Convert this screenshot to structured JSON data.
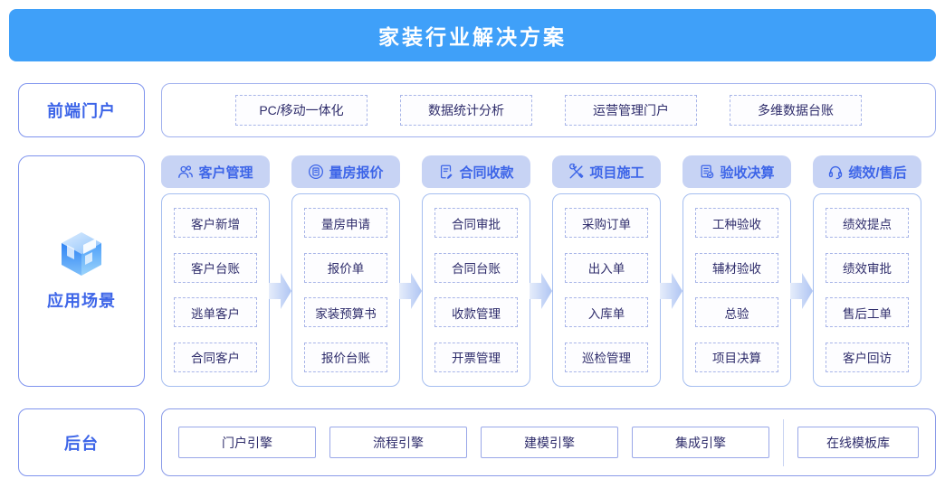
{
  "title": "家装行业解决方案",
  "colors": {
    "banner": "#3FA0F9",
    "accent_blue": "#3D65E8",
    "pill_bg": "#C7D3F4",
    "dark_text": "#2E2C6B",
    "dashed_border": "#A8B5E8",
    "container_border": "#9FB0EE"
  },
  "sidebar": {
    "front_portal": "前端门户",
    "scenarios": "应用场景",
    "scenarios_icon": "cube-icon",
    "backend": "后台"
  },
  "front_portal_items": [
    "PC/移动一体化",
    "数据统计分析",
    "运营管理门户",
    "多维数据台账"
  ],
  "scenario_columns": [
    {
      "header": "客户管理",
      "icon": "users-icon",
      "items": [
        "客户新增",
        "客户台账",
        "逃单客户",
        "合同客户"
      ]
    },
    {
      "header": "量房报价",
      "icon": "measure-quote-icon",
      "items": [
        "量房申请",
        "报价单",
        "家装预算书",
        "报价台账"
      ]
    },
    {
      "header": "合同收款",
      "icon": "contract-sign-icon",
      "items": [
        "合同审批",
        "合同台账",
        "收款管理",
        "开票管理"
      ]
    },
    {
      "header": "项目施工",
      "icon": "tools-icon",
      "items": [
        "采购订单",
        "出入单",
        "入库单",
        "巡检管理"
      ]
    },
    {
      "header": "验收决算",
      "icon": "checklist-icon",
      "items": [
        "工种验收",
        "辅材验收",
        "总验",
        "项目决算"
      ]
    },
    {
      "header": "绩效/售后",
      "icon": "headset-icon",
      "items": [
        "绩效提点",
        "绩效审批",
        "售后工单",
        "客户回访"
      ]
    }
  ],
  "backend_engines": [
    "门户引擎",
    "流程引擎",
    "建模引擎",
    "集成引擎"
  ],
  "backend_extra": "在线模板库"
}
